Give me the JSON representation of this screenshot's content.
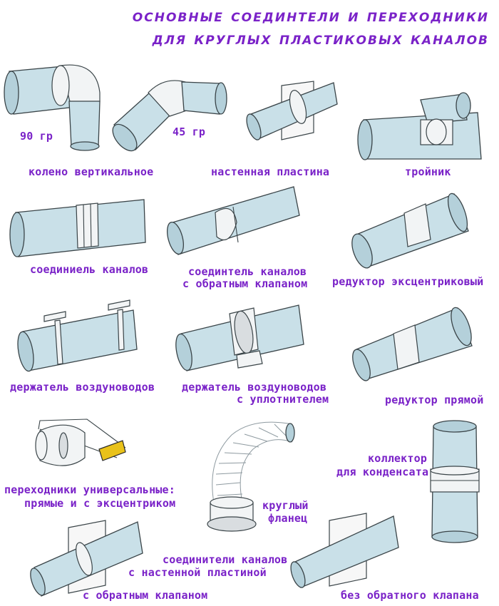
{
  "title": {
    "line1": "Основные соедиНтели и переходники",
    "line2": "для круглых пластиковых каналов"
  },
  "labels": {
    "elbow_90": "90 гр",
    "elbow_45": "45 гр",
    "elbow_vertical": "колено вертикальное",
    "wall_plate": "настенная пластина",
    "tee": "тройник",
    "connector": "соединиель каналов",
    "connector_valve_1": "соединтель каналов",
    "connector_valve_2": "с обратным клапаном",
    "reducer_eccentric": "редуктор эксцентриковый",
    "holder": "держатель воздуноводов",
    "holder_seal_1": "держатель воздуноводов",
    "holder_seal_2": "с уплотнителем",
    "reducer_straight": "редуктор прямой",
    "universal_1": "переходники универсальные:",
    "universal_2": "прямые и с эксцентриком",
    "round_flange_1": "круглый",
    "round_flange_2": "фланец",
    "condensate_1": "коллектор",
    "condensate_2": "для конденсата",
    "wall_connectors_1": "соединители каналов",
    "wall_connectors_2": "с настенной пластиной",
    "with_valve": "с обратным клапаном",
    "without_valve": "без обратного клапана"
  },
  "icons": [
    "elbow-90-pipe-icon",
    "elbow-45-pipe-icon",
    "wall-plate-pipe-icon",
    "tee-pipe-icon",
    "connector-pipe-icon",
    "valve-connector-pipe-icon",
    "eccentric-reducer-pipe-icon",
    "holder-pipe-icon",
    "seal-holder-pipe-icon",
    "straight-reducer-pipe-icon",
    "saw-adapter-icon",
    "flex-hose-flange-icon",
    "condensate-collector-icon",
    "wall-plate-valve-pipe-icon",
    "wall-plate-no-valve-pipe-icon"
  ],
  "colors": {
    "accent": "#7a22c8",
    "pipe": "#c9e0e8",
    "saw_handle": "#e9c21a"
  }
}
